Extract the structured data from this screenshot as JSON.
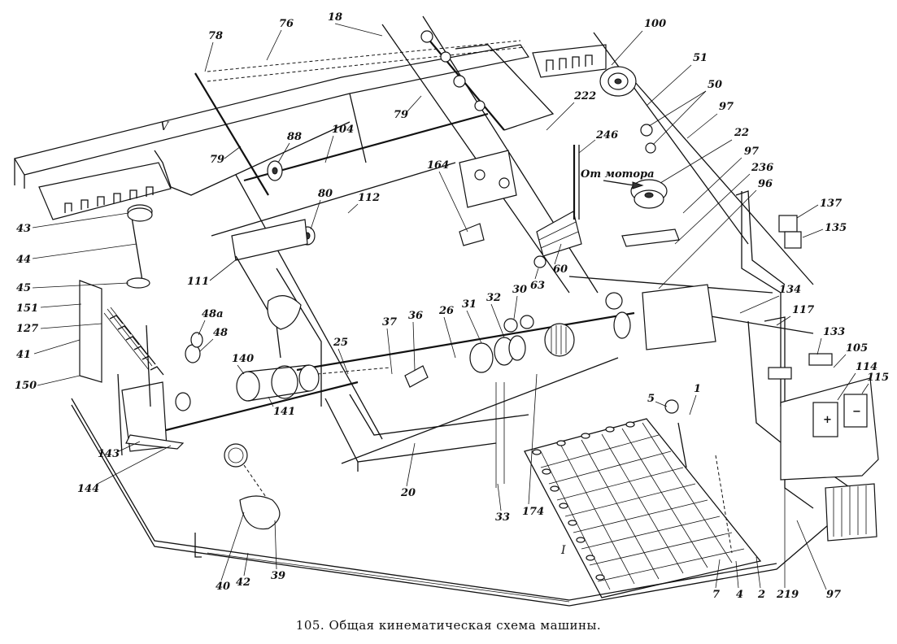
{
  "caption": "105. Общая кинематическая схема машины.",
  "motor_label": "От мотора",
  "roman_labels": {
    "V": "V",
    "I": "I"
  },
  "labels": {
    "l78": "78",
    "l76": "76",
    "l18": "18",
    "l100": "100",
    "l51": "51",
    "l50": "50",
    "l97a": "97",
    "l22": "22",
    "l97b": "97",
    "l236": "236",
    "l96": "96",
    "l246": "246",
    "l222": "222",
    "l79a": "79",
    "l79b": "79",
    "l88": "88",
    "l104": "104",
    "l80": "80",
    "l112": "112",
    "l164": "164",
    "l137": "137",
    "l135": "135",
    "l43": "43",
    "l44": "44",
    "l60": "60",
    "l63": "63",
    "l111": "111",
    "l45": "45",
    "l151": "151",
    "l127": "127",
    "l30": "30",
    "l32": "32",
    "l31": "31",
    "l26": "26",
    "l36": "36",
    "l37": "37",
    "l25": "25",
    "l48a": "48а",
    "l48": "48",
    "l41": "41",
    "l140": "140",
    "l141": "141",
    "l150": "150",
    "l134": "134",
    "l117": "117",
    "l133": "133",
    "l105": "105",
    "l114": "114",
    "l115": "115",
    "l5": "5",
    "l1": "1",
    "l143": "143",
    "l144": "144",
    "l33": "33",
    "l174": "174",
    "l20": "20",
    "l40": "40",
    "l42": "42",
    "l39": "39",
    "l7": "7",
    "l4": "4",
    "l2": "2",
    "l219": "219",
    "l97c": "97"
  }
}
